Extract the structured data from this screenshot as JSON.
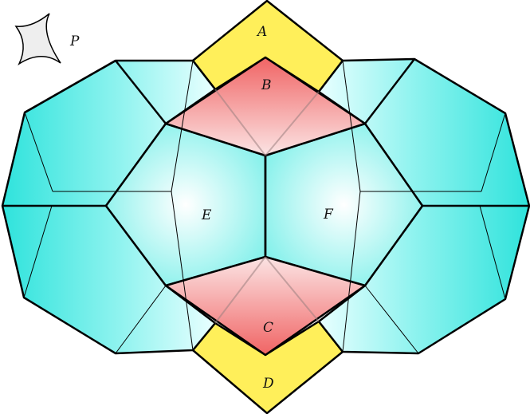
{
  "labels": {
    "P": "P",
    "A": "A",
    "B": "B",
    "C": "C",
    "D": "D",
    "E": "E",
    "F": "F"
  },
  "colors": {
    "cyan_face": "#3fe6e0",
    "cyan_light": "#eaffff",
    "red_face": "#f25a5a",
    "red_light": "#f7c6c6",
    "yellow_face": "#ffef5a",
    "star_fill": "#eeeeee",
    "edge": "#000000"
  }
}
